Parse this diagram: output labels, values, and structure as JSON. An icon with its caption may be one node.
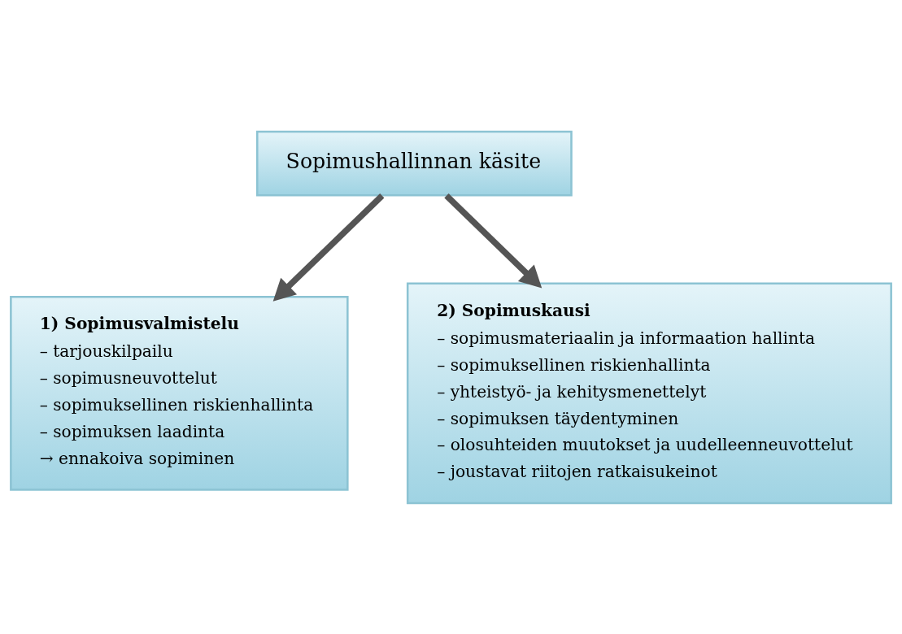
{
  "diagram": {
    "nodes": [
      {
        "text": [
          "Sopimushallinnan käsite"
        ]
      },
      {
        "text": [
          "1) Sopimusvalmistelu",
          "– tarjouskilpailu",
          "– sopimusneuvottelut",
          "– sopimuksellinen riskienhallinta",
          "– sopimuksen laadinta",
          "→ ennakoiva sopiminen"
        ]
      },
      {
        "text": [
          "2) Sopimuskausi",
          "– sopimusmateriaalin ja informaation hallinta",
          "– sopimuksellinen riskienhallinta",
          "– yhteistyö- ja kehitysmenettelyt",
          "– sopimuksen täydentyminen",
          "– olosuhteiden muutokset ja uudelleenneuvottelut",
          "– joustavat riitojen ratkaisukeinot"
        ]
      }
    ],
    "edges": [
      {
        "from": 0,
        "to": 1,
        "arrow": "to"
      },
      {
        "from": 0,
        "to": 2,
        "arrow": "to"
      }
    ]
  }
}
